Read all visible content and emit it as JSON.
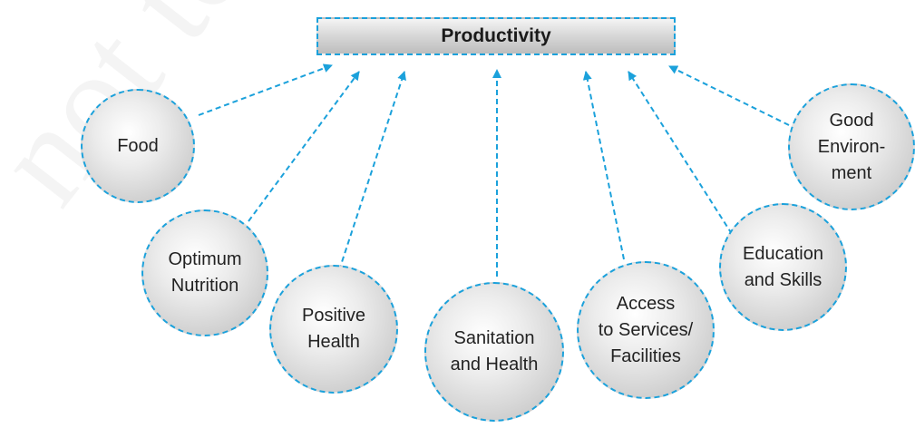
{
  "watermark": "not to",
  "root": {
    "label": "Productivity"
  },
  "nodes": [
    {
      "label": "Food"
    },
    {
      "label": "Optimum\nNutrition"
    },
    {
      "label": "Positive\nHealth"
    },
    {
      "label": "Sanitation\nand Health"
    },
    {
      "label": "Access\nto Services/\nFacilities"
    },
    {
      "label": "Education\nand Skills"
    },
    {
      "label": "Good\nEnviron-\nment"
    }
  ],
  "colors": {
    "accent": "#1ba1db",
    "text": "#222222"
  }
}
